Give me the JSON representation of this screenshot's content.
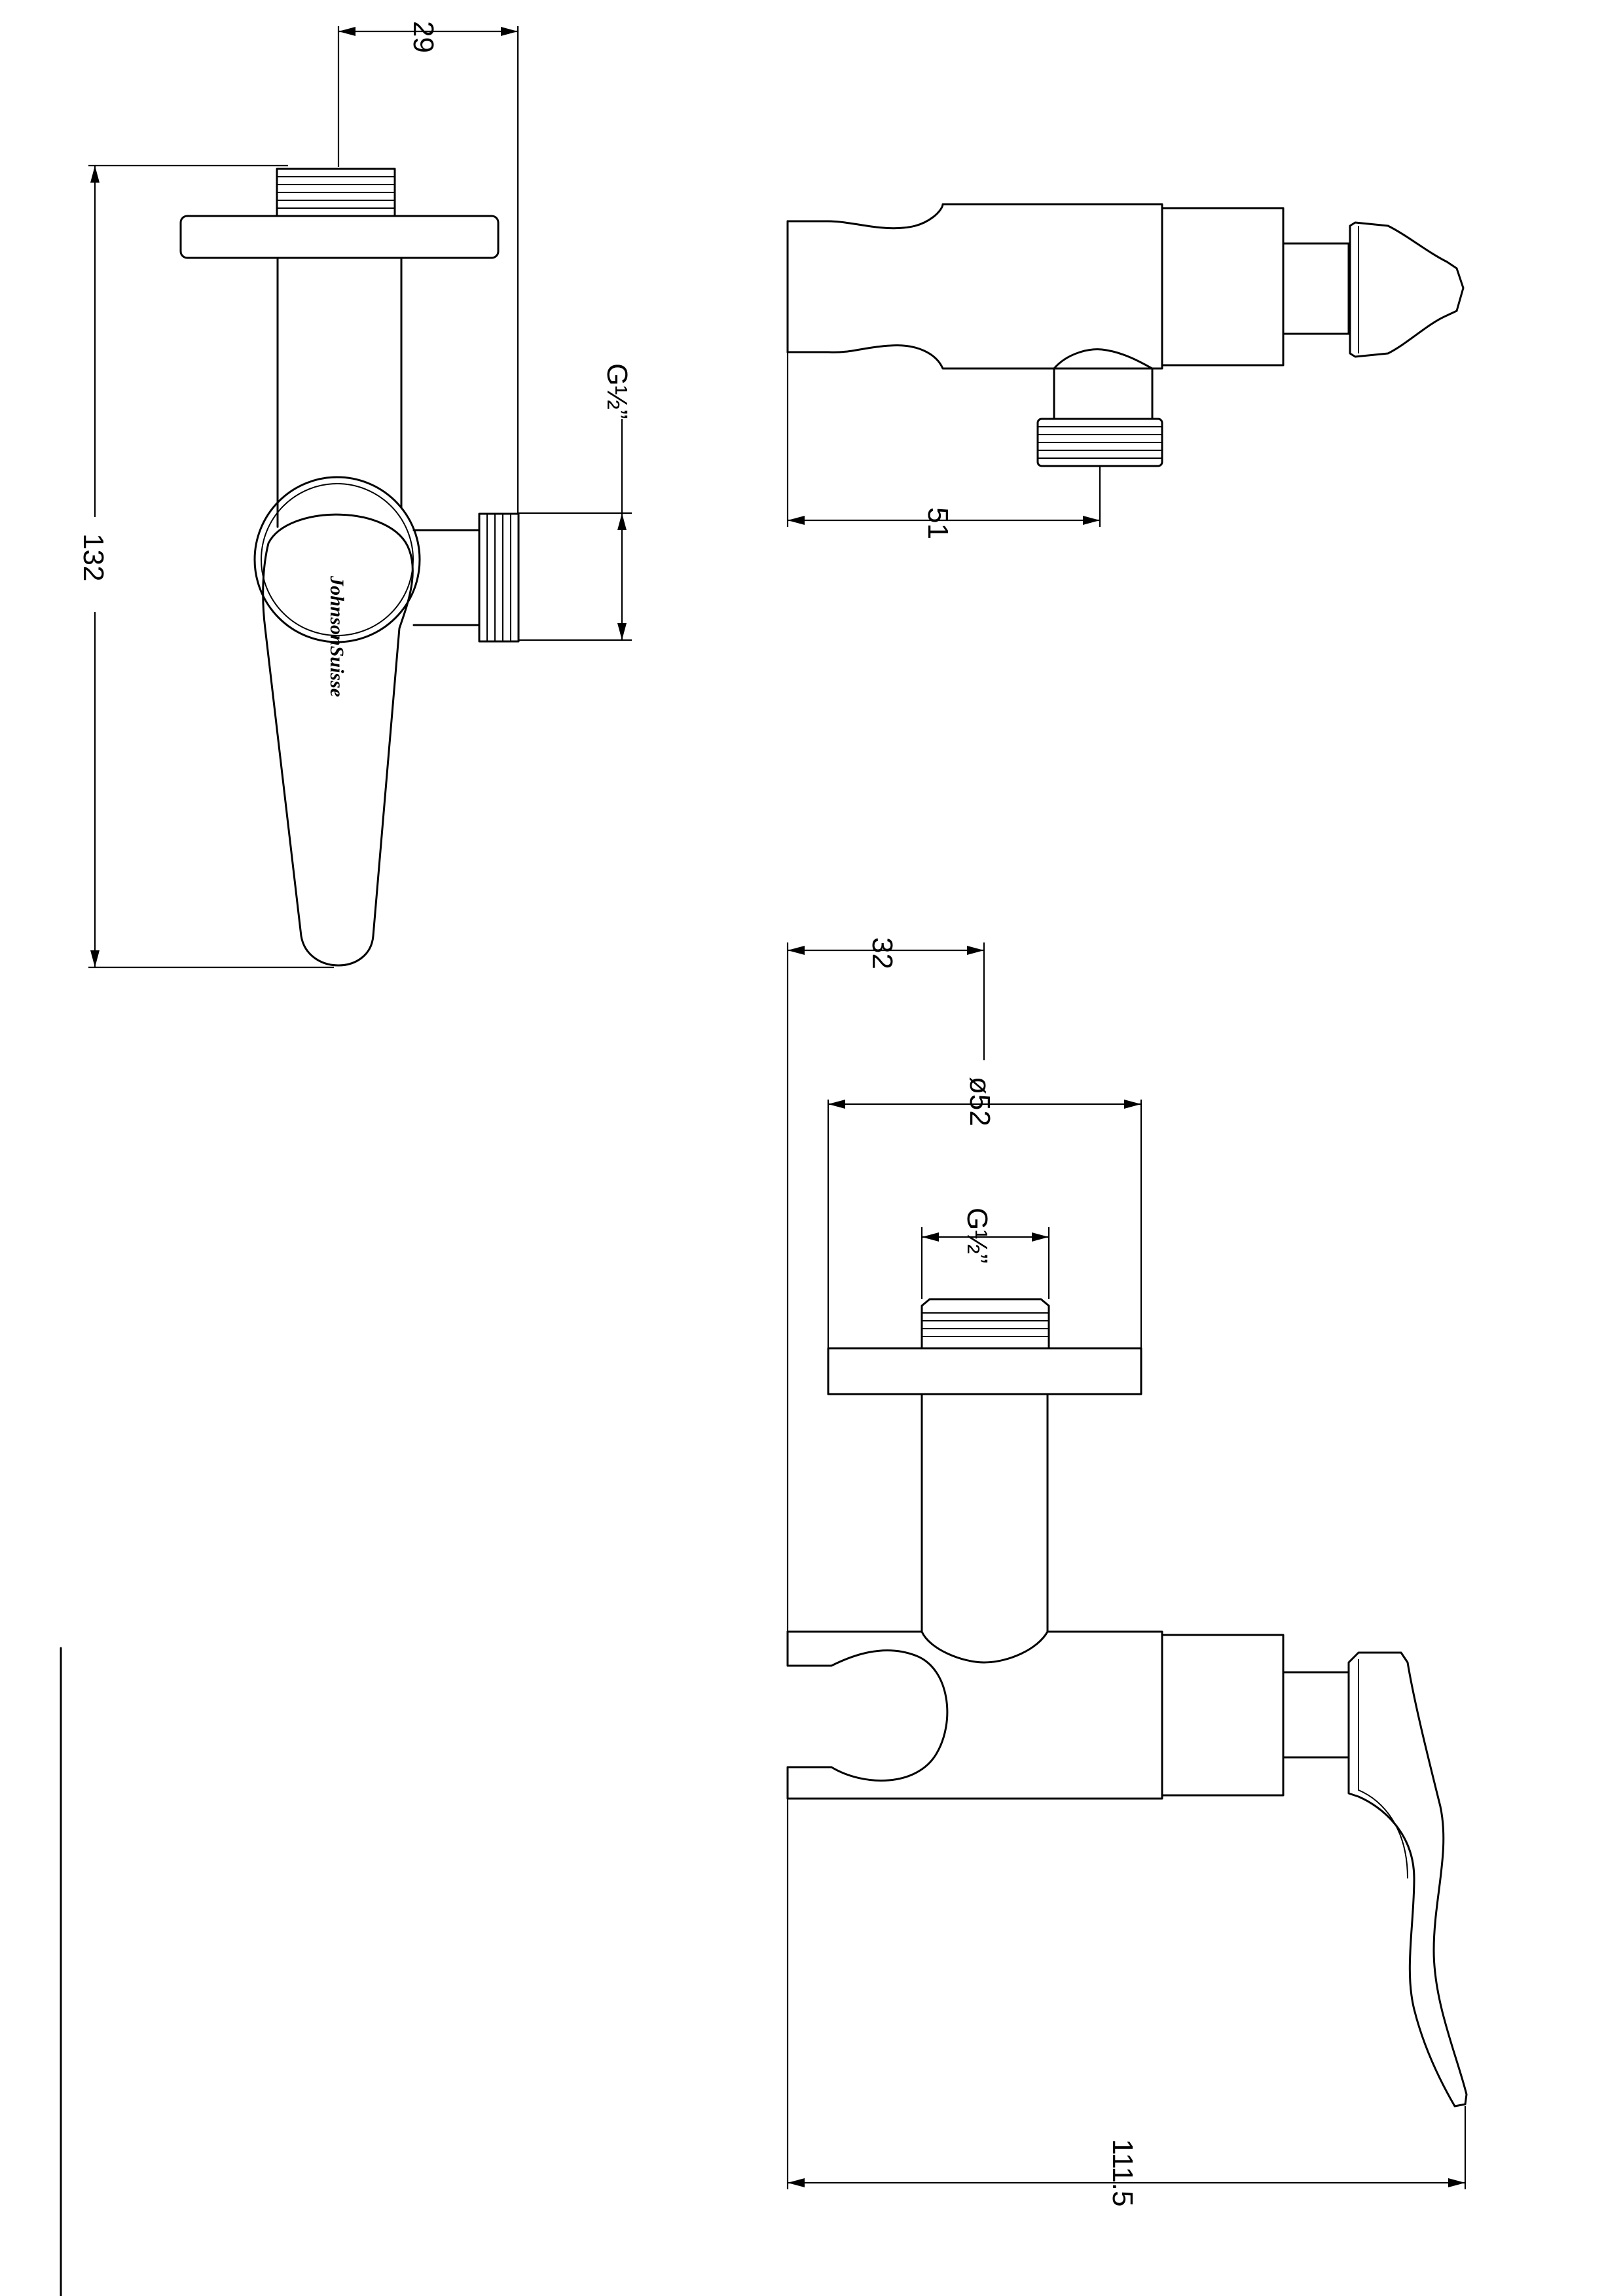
{
  "dimensions": {
    "side_top_width": "29",
    "side_height": "132",
    "side_outlet_thread": "G½”",
    "top_view_length": "51",
    "front_offset": "32",
    "front_rosette_dia": "ø52",
    "front_inlet_thread": "G½”",
    "front_total_depth": "111.5"
  },
  "branding": {
    "handle_logo": "JohnsonSuisse"
  }
}
